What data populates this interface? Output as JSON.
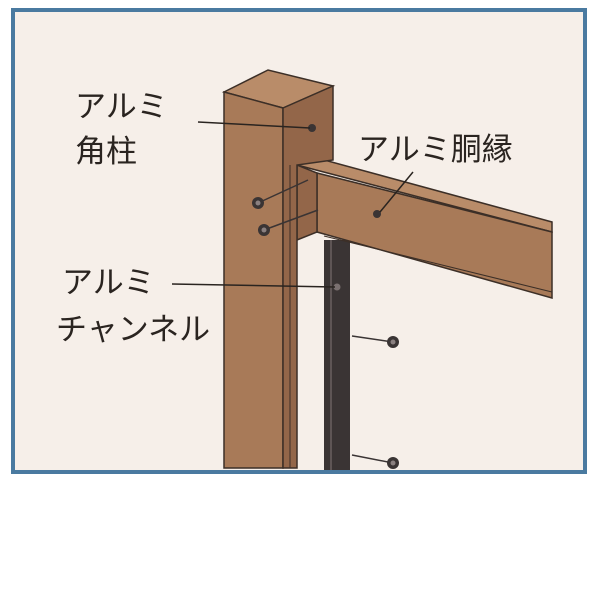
{
  "labels": {
    "post": [
      "アルミ",
      "角柱"
    ],
    "rail": "アルミ胴縁",
    "channel": [
      "アルミ",
      "チャンネル"
    ]
  },
  "colors": {
    "frame_border": "#4a7aa0",
    "background": "#f6efe9",
    "wood_front": "#a87a58",
    "wood_side": "#936649",
    "wood_top": "#b98c69",
    "channel": "#3a3434",
    "outline": "#3c2f27",
    "screw": "#3a3434",
    "text": "#2a2420"
  },
  "icons": {
    "screw": "screw-icon",
    "bolt_hole": "bolt-hole-icon"
  }
}
